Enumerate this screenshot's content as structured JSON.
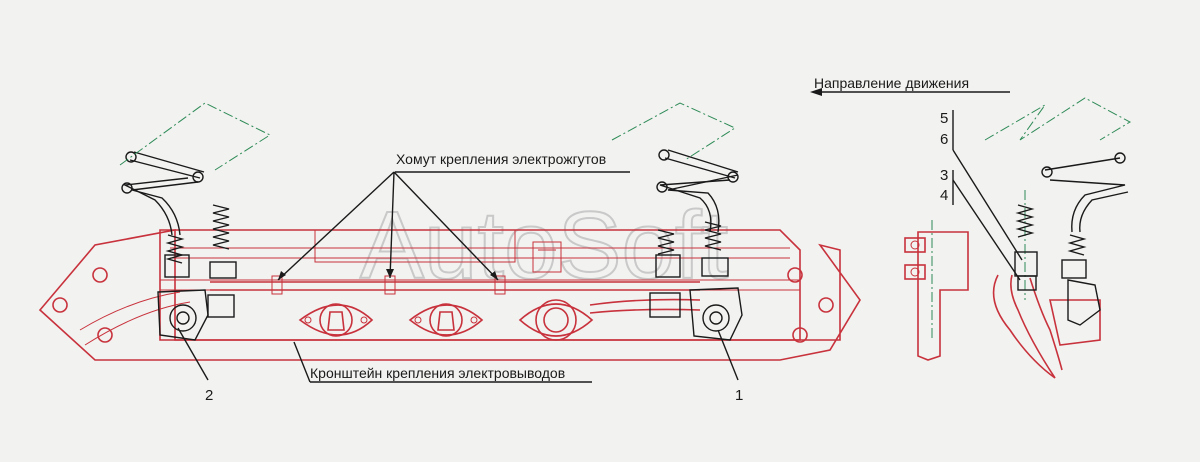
{
  "labels": {
    "direction": "Направление движения",
    "clamp": "Хомут крепления электрожгутов",
    "bracket": "Кронштейн крепления электровыводов"
  },
  "callouts": {
    "n1": "1",
    "n2": "2",
    "n3": "3",
    "n4": "4",
    "n5": "5",
    "n6": "6"
  },
  "watermark": "AutoSoft",
  "colors": {
    "part_outline": "#c8323c",
    "leader_lines": "#1a1a1a",
    "centerline": "#2e8b57",
    "watermark": "#c9c9c9",
    "background": "#f2f2f0"
  }
}
